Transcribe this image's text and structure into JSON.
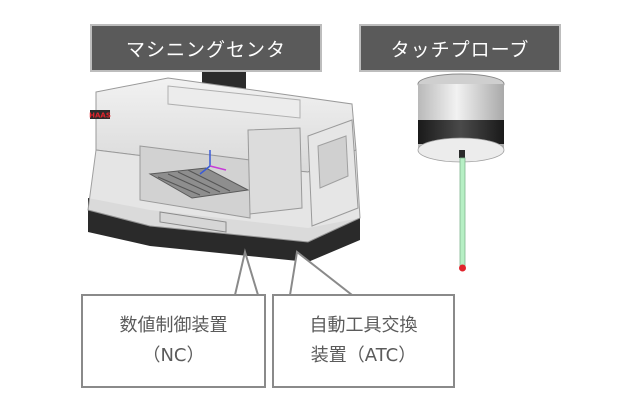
{
  "labels": {
    "machining_center": "マシニングセンタ",
    "touch_probe": "タッチプローブ",
    "nc": {
      "line1": "数値制御装置",
      "line2": "（NC）"
    },
    "atc": {
      "line1": "自動工具交換",
      "line2": "装置（ATC）"
    }
  },
  "machine_logo": "HAAS",
  "colors": {
    "label_dark_bg": "#5a5a5a",
    "label_border": "#8a8a8a",
    "probe_tip": "#e0242c",
    "probe_stylus": "#b6efc4"
  }
}
